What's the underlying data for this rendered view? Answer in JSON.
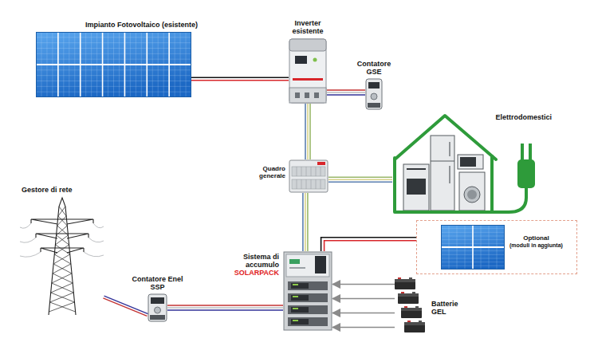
{
  "diagram": {
    "nodes": [
      {
        "text": [
          "Impianto Fotovoltaico (esistente)"
        ]
      },
      {
        "text": [
          "Inverter esistente"
        ]
      },
      {
        "text": [
          "Contatore GSE"
        ]
      },
      {
        "text": [
          "Quadro generale"
        ]
      },
      {
        "text": [
          "Elettrodomestici"
        ]
      },
      {
        "text": [
          "Gestore di rete"
        ]
      },
      {
        "text": [
          "Contatore Enel SSP"
        ]
      },
      {
        "text": [
          "Sistema di accumulo",
          "SOLARPACK"
        ]
      },
      {
        "text": [
          "Batterie GEL"
        ]
      },
      {
        "text": [
          "Optional",
          "(moduli in aggiunta)"
        ]
      }
    ],
    "edges": [
      {
        "from": 0,
        "to": 1,
        "arrow": "none"
      },
      {
        "from": 1,
        "to": 2,
        "arrow": "none"
      },
      {
        "from": 1,
        "to": 3,
        "arrow": "none"
      },
      {
        "from": 3,
        "to": 4,
        "arrow": "none"
      },
      {
        "from": 3,
        "to": 7,
        "arrow": "none"
      },
      {
        "from": 7,
        "to": 9,
        "arrow": "none"
      },
      {
        "from": 5,
        "to": 6,
        "arrow": "none"
      },
      {
        "from": 6,
        "to": 7,
        "arrow": "none"
      },
      {
        "from": 8,
        "to": 7,
        "arrow": "to"
      },
      {
        "from": 8,
        "to": 7,
        "arrow": "to"
      },
      {
        "from": 8,
        "to": 7,
        "arrow": "to"
      },
      {
        "from": 8,
        "to": 7,
        "arrow": "to"
      }
    ]
  }
}
